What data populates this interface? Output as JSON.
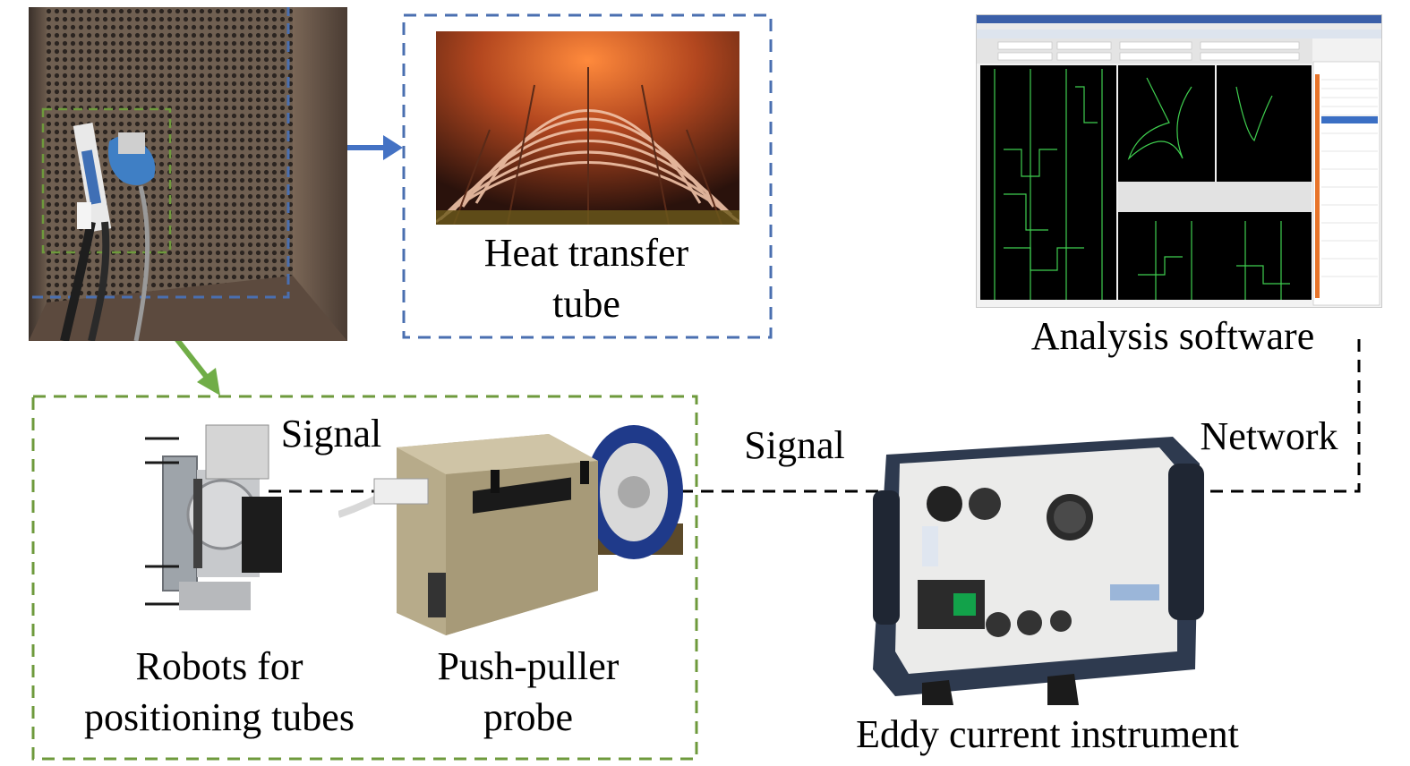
{
  "labels": {
    "heat_transfer_line1": "Heat transfer",
    "heat_transfer_line2": "tube",
    "analysis_software": "Analysis software",
    "signal_left": "Signal",
    "signal_middle": "Signal",
    "network": "Network",
    "robots_line1": "Robots for",
    "robots_line2": "positioning tubes",
    "push_puller_line1": "Push-puller",
    "push_puller_line2": "probe",
    "eddy_current": "Eddy current instrument"
  },
  "colors": {
    "blue_box": "#4a6fb0",
    "green_box": "#6e9a3c",
    "blue_arrow": "#4472c4",
    "green_arrow": "#70ad47",
    "dashed_line": "#000000",
    "screen_trace": "#39d353",
    "panel_orange": "#e8742a"
  },
  "icons": {
    "photo_tubesheet": "tubesheet-robot-photo",
    "photo_heat_tubes": "heat-exchanger-tubes-photo",
    "screenshot_software": "eddy-current-analysis-software-screenshot",
    "photo_robot": "positioning-robot-photo",
    "photo_pusher": "probe-pusher-photo",
    "photo_instrument": "eddy-current-instrument-photo"
  }
}
